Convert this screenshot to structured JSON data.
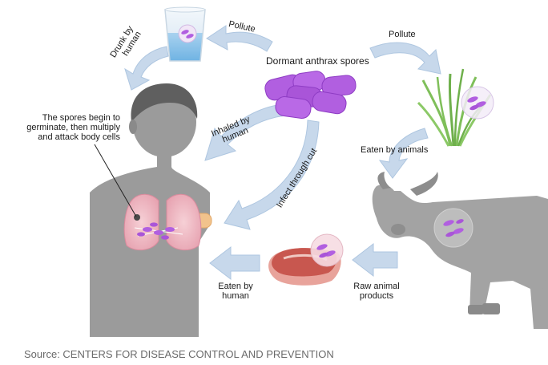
{
  "labels": {
    "dormant_spores": "Dormant anthrax spores",
    "pollute_water": "Pollute",
    "pollute_grass": "Pollute",
    "drunk_by_human_line1": "Drunk by",
    "drunk_by_human_line2": "human",
    "inhaled_line1": "Inhaled by",
    "inhaled_line2": "human",
    "infect_cut": "Infect through cut",
    "eaten_by_animals": "Eaten by animals",
    "spores_line1": "The spores begin to",
    "spores_line2": "germinate, then multiply",
    "spores_line3": "and attack body cells",
    "eaten_human_line1": "Eaten by",
    "eaten_human_line2": "human",
    "raw_line1": "Raw animal",
    "raw_line2": "products"
  },
  "source": "Source: CENTERS FOR DISEASE CONTROL AND PREVENTION",
  "colors": {
    "arrow": "#c7d8eb",
    "arrow_stroke": "#aec6e0",
    "spore": "#b15fe0",
    "spore_dark": "#8e3cc4",
    "human": "#9b9b9b",
    "human_head": "#6a6a6a",
    "lungs": "#f0bcc6",
    "cow": "#a3a3a3",
    "meat": "#c8574f",
    "grass": "#7fbf5a"
  }
}
